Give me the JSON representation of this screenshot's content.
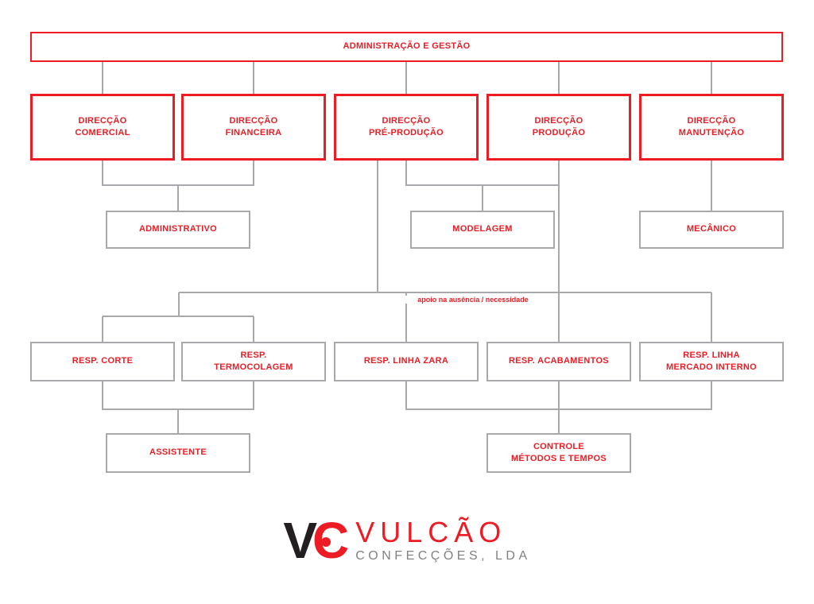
{
  "colors": {
    "accent_red": "#ed1c24",
    "line_gray": "#a7a9ac",
    "subtitle_gray": "#808285",
    "mark_black": "#231f20"
  },
  "org": {
    "root": {
      "label": "ADMINISTRAÇÃO E GESTÃO"
    },
    "directions": [
      {
        "label": "DIRECÇÃO\nCOMERCIAL"
      },
      {
        "label": "DIRECÇÃO\nFINANCEIRA"
      },
      {
        "label": "DIRECÇÃO\nPRÉ-PRODUÇÃO"
      },
      {
        "label": "DIRECÇÃO\nPRODUÇÃO"
      },
      {
        "label": "DIRECÇÃO\nMANUTENÇÃO"
      }
    ],
    "staff": [
      {
        "label": "ADMINISTRATIVO"
      },
      {
        "label": "MODELAGEM"
      },
      {
        "label": "MECÂNICO"
      }
    ],
    "note": "apoio na ausência / necessidade",
    "responsibles": [
      {
        "label": "RESP. CORTE"
      },
      {
        "label": "RESP.\nTERMOCOLAGEM"
      },
      {
        "label": "RESP. LINHA ZARA"
      },
      {
        "label": "RESP. ACABAMENTOS"
      },
      {
        "label": "RESP. LINHA\nMERCADO INTERNO"
      }
    ],
    "support": [
      {
        "label": "ASSISTENTE"
      },
      {
        "label": "CONTROLE\nMÉTODOS E TEMPOS"
      }
    ]
  },
  "logo": {
    "monogram_v": "V",
    "monogram_c": "C",
    "name": "VULCÃO",
    "subtitle": "CONFECÇÕES, LDA"
  }
}
